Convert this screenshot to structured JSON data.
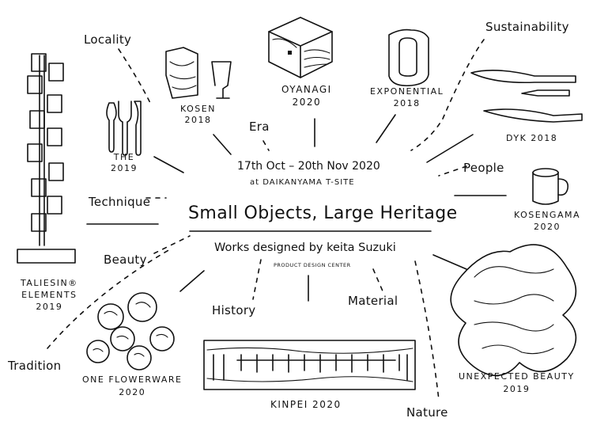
{
  "center": {
    "dates": "17th Oct – 20th Nov 2020",
    "venue": "at DAIKANYAMA T-SITE",
    "title": "Small Objects, Large Heritage",
    "subtitle": "Works designed by keita Suzuki",
    "studio": "PRODUCT DESIGN CENTER"
  },
  "keywords": {
    "locality": "Locality",
    "era": "Era",
    "sustainability": "Sustainability",
    "people": "People",
    "technique": "Technique",
    "beauty": "Beauty",
    "history": "History",
    "material": "Material",
    "tradition": "Tradition",
    "nature": "Nature"
  },
  "works": {
    "kosen": {
      "name": "KOSEN",
      "year": "2018"
    },
    "the": {
      "name": "THE",
      "year": "2019"
    },
    "oyanagi": {
      "name": "OYANAGI",
      "year": "2020"
    },
    "exponential": {
      "name": "EXPONENTIAL",
      "year": "2018"
    },
    "dyk": {
      "name": "DYK 2018"
    },
    "kosengama": {
      "name": "KOSENGAMA",
      "year": "2020"
    },
    "taliesin": {
      "name": "TALIESIN®",
      "line2": "ELEMENTS",
      "year": "2019"
    },
    "oneflowerware": {
      "name": "ONE FLOWERWARE",
      "year": "2020"
    },
    "kinpei": {
      "name": "KINPEI 2020"
    },
    "unexpected": {
      "name": "UNEXPECTED BEAUTY",
      "year": "2019"
    }
  }
}
